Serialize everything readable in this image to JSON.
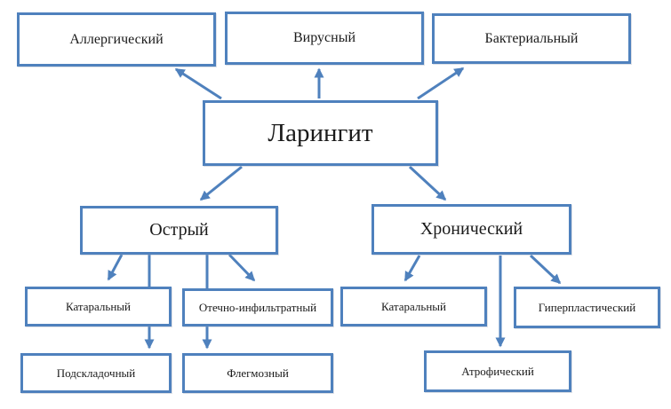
{
  "diagram": {
    "title": "Ларингит",
    "nodes": {
      "laryngitis": {
        "label": "Ларингит",
        "role": "root"
      },
      "allergic": {
        "label": "Аллергический",
        "role": "cause"
      },
      "viral": {
        "label": "Вирусный",
        "role": "cause"
      },
      "bacterial": {
        "label": "Бактериальный",
        "role": "cause"
      },
      "acute": {
        "label": "Острый",
        "role": "form"
      },
      "chronic": {
        "label": "Хронический",
        "role": "form"
      },
      "catarrhal_acute": {
        "label": "Катаральный",
        "role": "subtype"
      },
      "edematous_infiltrative": {
        "label": "Отечно-инфильтратный",
        "role": "subtype"
      },
      "subglottic": {
        "label": "Подскладочный",
        "role": "subtype"
      },
      "phlegmonous": {
        "label": "Флегмозный",
        "role": "subtype"
      },
      "catarrhal_chronic": {
        "label": "Катаральный",
        "role": "subtype"
      },
      "hyperplastic": {
        "label": "Гиперпластический",
        "role": "subtype"
      },
      "atrophic": {
        "label": "Атрофический",
        "role": "subtype"
      }
    },
    "edges": [
      {
        "from": "laryngitis",
        "to": "allergic"
      },
      {
        "from": "laryngitis",
        "to": "viral"
      },
      {
        "from": "laryngitis",
        "to": "bacterial"
      },
      {
        "from": "laryngitis",
        "to": "acute"
      },
      {
        "from": "laryngitis",
        "to": "chronic"
      },
      {
        "from": "acute",
        "to": "catarrhal_acute"
      },
      {
        "from": "acute",
        "to": "edematous_infiltrative"
      },
      {
        "from": "acute",
        "to": "subglottic"
      },
      {
        "from": "acute",
        "to": "phlegmonous"
      },
      {
        "from": "chronic",
        "to": "catarrhal_chronic"
      },
      {
        "from": "chronic",
        "to": "atrophic"
      },
      {
        "from": "chronic",
        "to": "hyperplastic"
      }
    ],
    "colors": {
      "box_border": "#4f81bd",
      "arrow": "#4f81bd",
      "box_fill": "#ffffff",
      "text": "#1a1a1a",
      "background": "#ffffff"
    }
  }
}
